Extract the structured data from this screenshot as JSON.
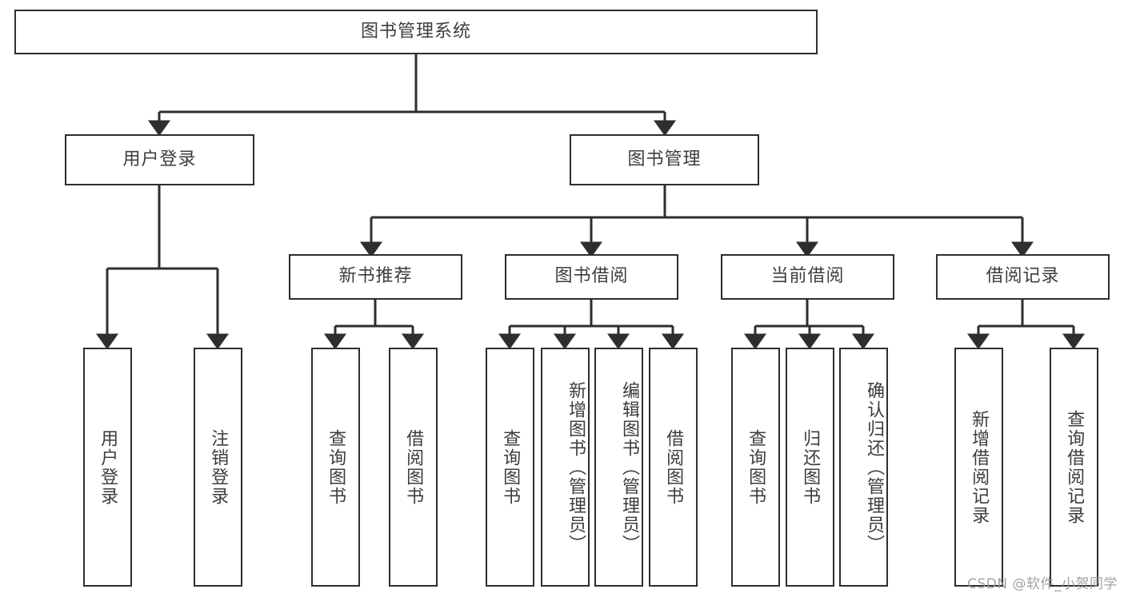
{
  "diagram": {
    "title": "图书管理系统",
    "watermark": "CSDN @软件_小贺同学",
    "style": {
      "border_color": "#2e2e2e",
      "text_color": "#3d3d3d",
      "background": "#ffffff",
      "watermark_color": "#9a9a9a"
    }
  },
  "root": {
    "label": "图书管理系统"
  },
  "level2": [
    {
      "label": "用户登录"
    },
    {
      "label": "图书管理"
    }
  ],
  "level3": [
    {
      "label": "新书推荐"
    },
    {
      "label": "图书借阅"
    },
    {
      "label": "当前借阅"
    },
    {
      "label": "借阅记录"
    }
  ],
  "leaves": {
    "user_login": [
      {
        "label": "用户登录"
      },
      {
        "label": "注销登录"
      }
    ],
    "new_book_recommend": [
      {
        "label": "查询图书"
      },
      {
        "label": "借阅图书"
      }
    ],
    "book_borrow": [
      {
        "label": "查询图书"
      },
      {
        "label": "新增图书（管理员）"
      },
      {
        "label": "编辑图书（管理员）"
      },
      {
        "label": "借阅图书"
      }
    ],
    "current_borrow": [
      {
        "label": "查询图书"
      },
      {
        "label": "归还图书"
      },
      {
        "label": "确认归还（管理员）"
      }
    ],
    "borrow_record": [
      {
        "label": "新增借阅记录"
      },
      {
        "label": "查询借阅记录"
      }
    ]
  }
}
